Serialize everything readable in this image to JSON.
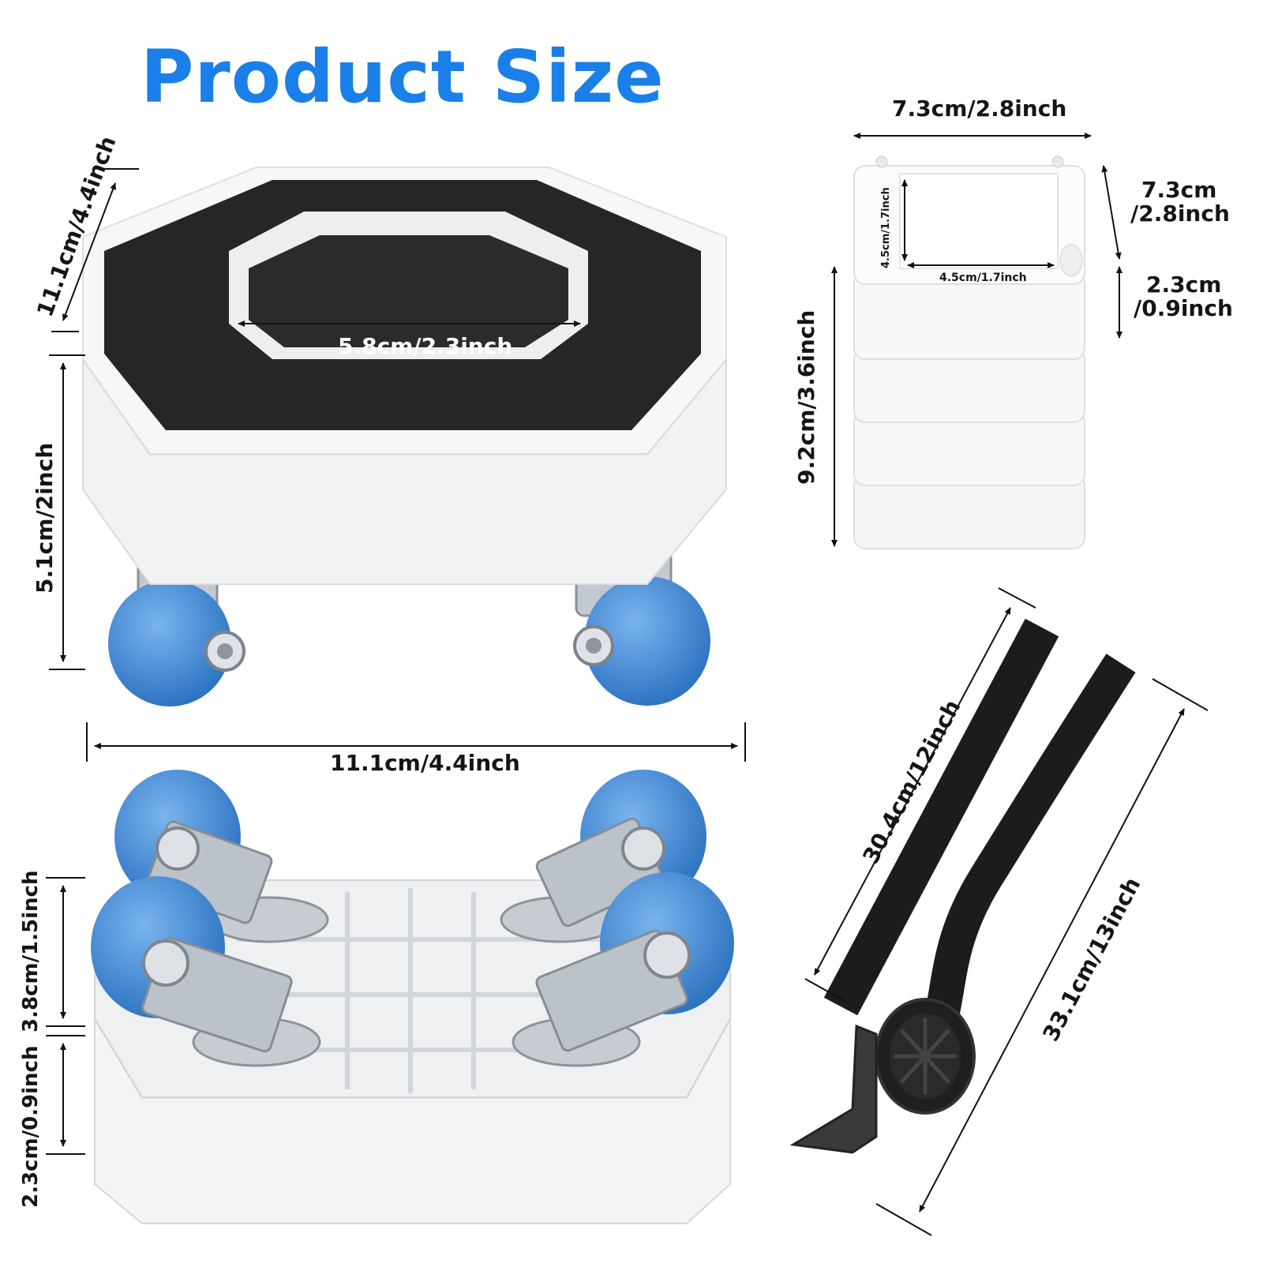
{
  "title": "Product Size",
  "colors": {
    "title": "#1a7fe8",
    "wheel": "#3a86d4",
    "pad": "#262626",
    "plastic": "#f3f4f6",
    "metal": "#b8bec6",
    "bar": "#1c1c1c"
  },
  "dims": {
    "dolly_diagonal": "11.1cm/4.4inch",
    "dolly_inner": "5.8cm/2.3inch",
    "dolly_height": "5.1cm/2inch",
    "dolly_width": "11.1cm/4.4inch",
    "bottom_height_a": "3.8cm/1.5inch",
    "bottom_height_b": "2.3cm/0.9inch",
    "block_width": "7.3cm/2.8inch",
    "block_depth_a": "7.3cm",
    "block_depth_b": "/2.8inch",
    "block_layer_a": "2.3cm",
    "block_layer_b": "/0.9inch",
    "block_stack_height": "9.2cm/3.6inch",
    "block_inner_h": "4.5cm/1.7inch",
    "block_inner_w": "4.5cm/1.7inch",
    "bar_straight": "30.4cm/12inch",
    "bar_lever": "33.1cm/13inch"
  }
}
